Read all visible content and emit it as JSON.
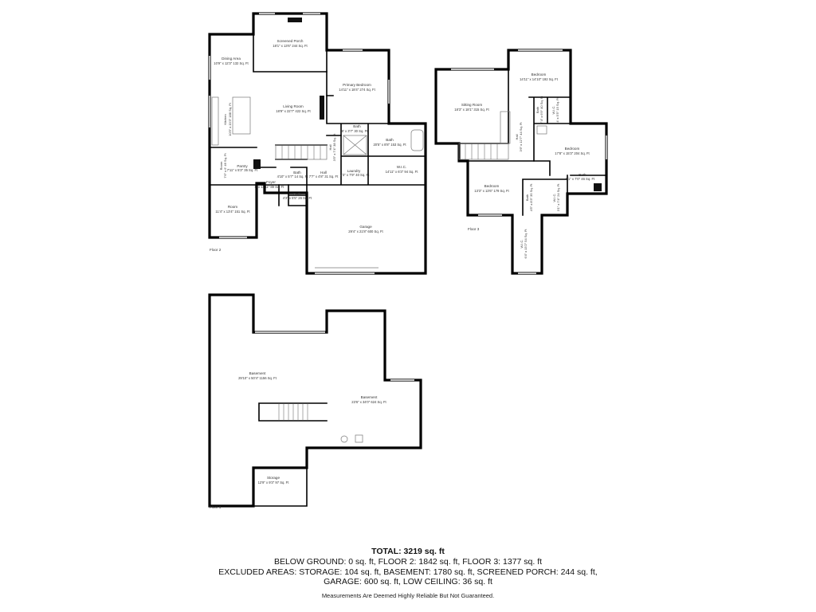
{
  "floor_labels": {
    "floor2": "Floor 2",
    "floor3": "Floor 3",
    "floor1": "Floor 1"
  },
  "rooms": {
    "screened_porch": {
      "name": "Screened Porch",
      "dims": "18'1\" x 13'6\" 244 Sq. Ft"
    },
    "dining_area": {
      "name": "Dining Area",
      "dims": "10'9\" x 12'3\" 132 Sq. Ft"
    },
    "living_room": {
      "name": "Living Room",
      "dims": "18'9\" x 22'7\" 422 Sq. Ft"
    },
    "kitchen": {
      "name": "Kitchen",
      "dims": "10'9\" x 19'3\" 188 Sq. Ft"
    },
    "primary_bedroom": {
      "name": "Primary Bedroom",
      "dims": "14'11\" x 18'4\" 274 Sq. Ft"
    },
    "bath_f2_a": {
      "name": "Bath",
      "dims": "8' x 3'7\" 30 Sq. Ft"
    },
    "bath_f2_b": {
      "name": "Bath",
      "dims": "20'5\" x 8'8\" 153 Sq. Ft"
    },
    "wic_f2": {
      "name": "W.I.C.",
      "dims": "14'11\" x 6'3\" 94 Sq. Ft"
    },
    "laundry": {
      "name": "Laundry",
      "dims": "7'3\" x 7'9\" 40 Sq. Ft"
    },
    "hall_f2_a": {
      "name": "Hall",
      "dims": "3'5\" x 7'4\" 38 Sq. Ft"
    },
    "hall_f2_b": {
      "name": "Hall",
      "dims": "7'7\" x 4'8\" 31 Sq. Ft"
    },
    "bath_f2_c": {
      "name": "Bath",
      "dims": "4'10\" x 5'7\" 14 Sq. Ft"
    },
    "bath_f2_d": {
      "name": "Bath",
      "dims": "4'3\" x 5'5\" 26 Sq. Ft"
    },
    "foyer": {
      "name": "Foyer",
      "dims": "8' x 11'11\" 89 Sq. Ft"
    },
    "pantry": {
      "name": "Pantry",
      "dims": "7'11\" x 5'3\" 35 Sq. Ft"
    },
    "room_small": {
      "name": "Room",
      "dims": "7'6\" x 6' 46 Sq. Ft"
    },
    "room_f2": {
      "name": "Room",
      "dims": "11'4\" x 13'4\" 151 Sq. Ft"
    },
    "garage": {
      "name": "Garage",
      "dims": "29'4\" x 21'8\" 600 Sq. Ft"
    },
    "sitting_room": {
      "name": "Sitting Room",
      "dims": "18'3\" x 18'1\" 315 Sq. Ft"
    },
    "bedroom_f3_a": {
      "name": "Bedroom",
      "dims": "14'11\" x 14'10\" 192 Sq. Ft"
    },
    "bath_f3_a": {
      "name": "Bath",
      "dims": "7'4\" x 6'9\" 40 Sq. Ft"
    },
    "wic_f3_a": {
      "name": "W.I.C.",
      "dims": "4' x 5'5\" 15 Sq. Ft"
    },
    "hall_f3": {
      "name": "Hall",
      "dims": "3'6\" x 12'7\" 44 Sq. Ft"
    },
    "bedroom_f3_b": {
      "name": "Bedroom",
      "dims": "17'8\" x 15'3\" 204 Sq. Ft"
    },
    "bath_f3_b": {
      "name": "Bath",
      "dims": "8'1\" x 7'0\" 46 Sq. Ft"
    },
    "bedroom_f3_c": {
      "name": "Bedroom",
      "dims": "13'3\" x 13'6\" 179 Sq. Ft"
    },
    "bath_f3_c": {
      "name": "Bath",
      "dims": "4'5\" x 8'3\" 35 Sq. Ft"
    },
    "wic_f3_b": {
      "name": "W.I.C.",
      "dims": "3'1\" x 7'4\" 24 Sq. Ft"
    },
    "wic_f3_c": {
      "name": "W.I.C.",
      "dims": "6'4\" x 15'2\" 54 Sq. Ft"
    },
    "basement_a": {
      "name": "Basement",
      "dims": "29'10\" x 50'4\" 1156 Sq. Ft"
    },
    "basement_b": {
      "name": "Basement",
      "dims": "23'6\" x 34'0\" 624 Sq. Ft"
    },
    "storage": {
      "name": "Storage",
      "dims": "12'9\" x 9'3\" 97 Sq. Ft"
    }
  },
  "summary": {
    "total": "TOTAL: 3219 sq. ft",
    "line1": "BELOW GROUND: 0 sq. ft, FLOOR 2: 1842 sq. ft, FLOOR 3: 1377 sq. ft",
    "line2": "EXCLUDED AREAS: STORAGE: 104 sq. ft, BASEMENT: 1780 sq. ft, SCREENED PORCH: 244 sq. ft,",
    "line3": "GARAGE: 600 sq. ft, LOW CEILING: 36 sq. ft",
    "disclaimer": "Measurements Are Deemed Highly Reliable But Not Guaranteed."
  }
}
